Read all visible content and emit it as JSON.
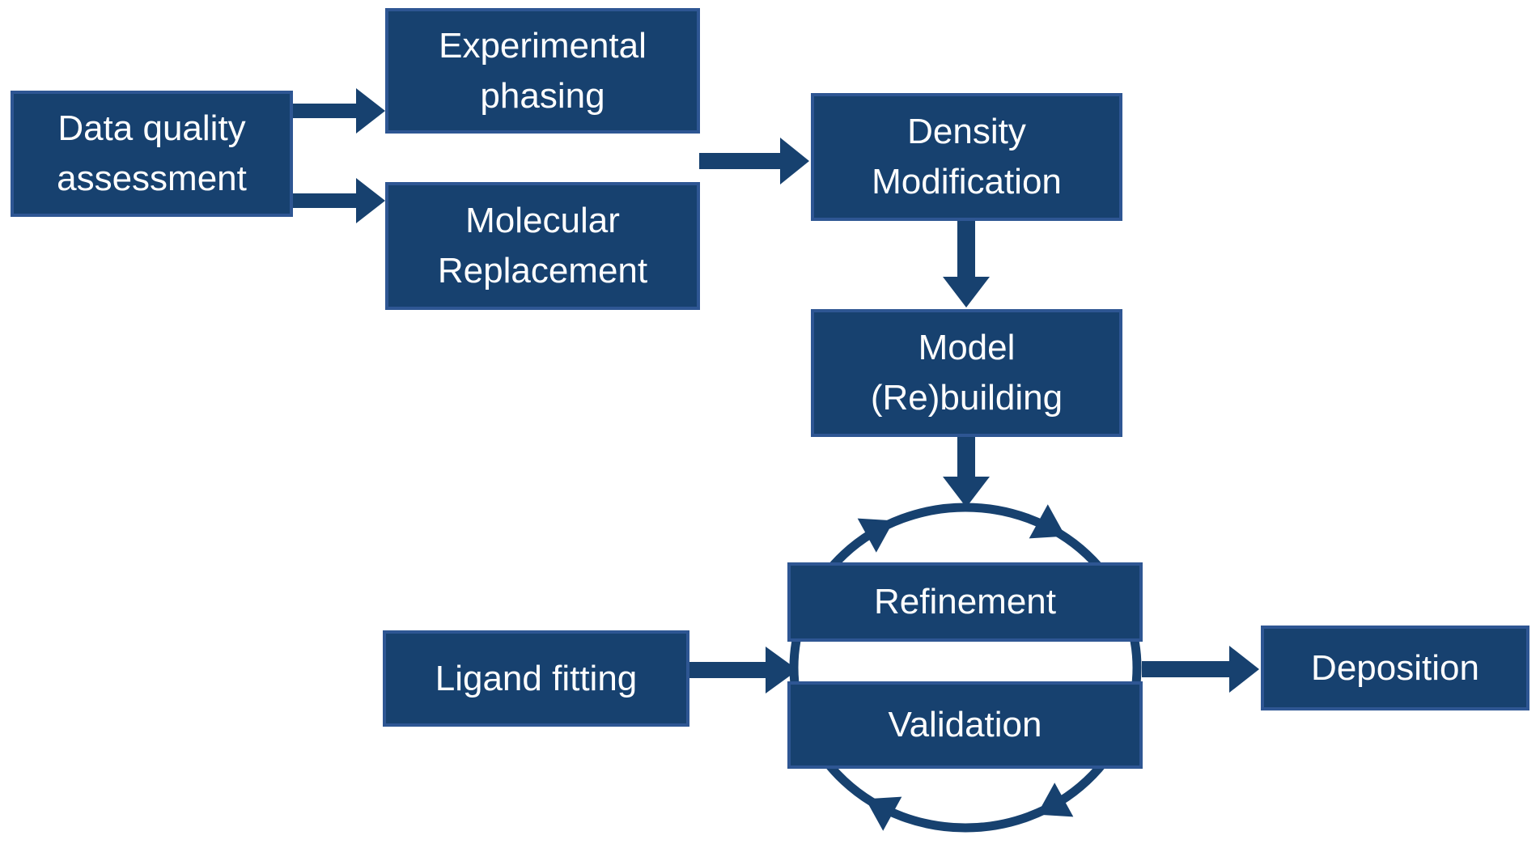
{
  "diagram": {
    "description": "Crystallographic structure determination workflow",
    "colors": {
      "box_fill": "#17416F",
      "box_border": "#2E5693",
      "arrow": "#17416F",
      "text": "#FFFFFF",
      "background": "#FFFFFF"
    },
    "nodes": {
      "data_quality": {
        "label": "Data quality\nassessment"
      },
      "experimental_phasing": {
        "label": "Experimental\nphasing"
      },
      "molecular_replacement": {
        "label": "Molecular\nReplacement"
      },
      "density_modification": {
        "label": "Density\nModification"
      },
      "model_rebuilding": {
        "label": "Model\n(Re)building"
      },
      "refinement": {
        "label": "Refinement"
      },
      "validation": {
        "label": "Validation"
      },
      "ligand_fitting": {
        "label": "Ligand fitting"
      },
      "deposition": {
        "label": "Deposition"
      }
    },
    "edges": [
      {
        "from": "data_quality",
        "to": "experimental_phasing"
      },
      {
        "from": "data_quality",
        "to": "molecular_replacement"
      },
      {
        "from": "experimental_phasing + molecular_replacement",
        "to": "density_modification"
      },
      {
        "from": "density_modification",
        "to": "model_rebuilding"
      },
      {
        "from": "model_rebuilding",
        "to": "refinement_validation_cycle"
      },
      {
        "from": "ligand_fitting",
        "to": "refinement_validation_cycle"
      },
      {
        "from": "refinement_validation_cycle",
        "to": "deposition"
      }
    ],
    "cycle": {
      "members": [
        "refinement",
        "validation"
      ],
      "direction": "clockwise",
      "arrowhead_count": 4
    }
  }
}
